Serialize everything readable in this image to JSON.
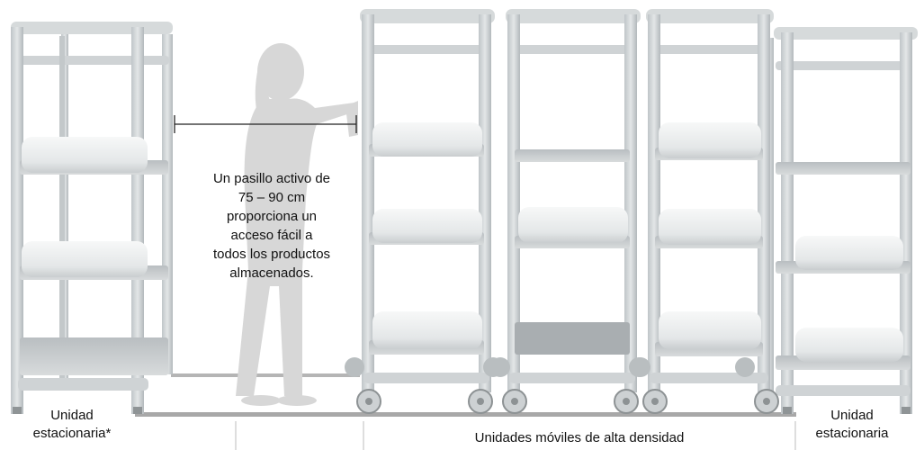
{
  "aisle_note": {
    "lines": [
      "Un pasillo activo de",
      "75 – 90 cm",
      "proporciona un",
      "acceso fácil a",
      "todos los productos",
      "almacenados."
    ]
  },
  "captions": {
    "left_unit": [
      "Unidad",
      "estacionaria*"
    ],
    "right_unit": [
      "Unidad",
      "estacionaria"
    ],
    "mobile_units": "Unidades móviles de alta densidad"
  },
  "colors": {
    "frame": "#cfd4d6",
    "frame_dark": "#a9afb2",
    "shelf": "#c9cdcf",
    "bag": "#eef0f0",
    "silhouette": "#d7d7d7",
    "rail": "#9a9a9a",
    "text": "#111111"
  },
  "icons": {
    "person": "person-silhouette-icon",
    "wheel": "caster-wheel-icon"
  }
}
